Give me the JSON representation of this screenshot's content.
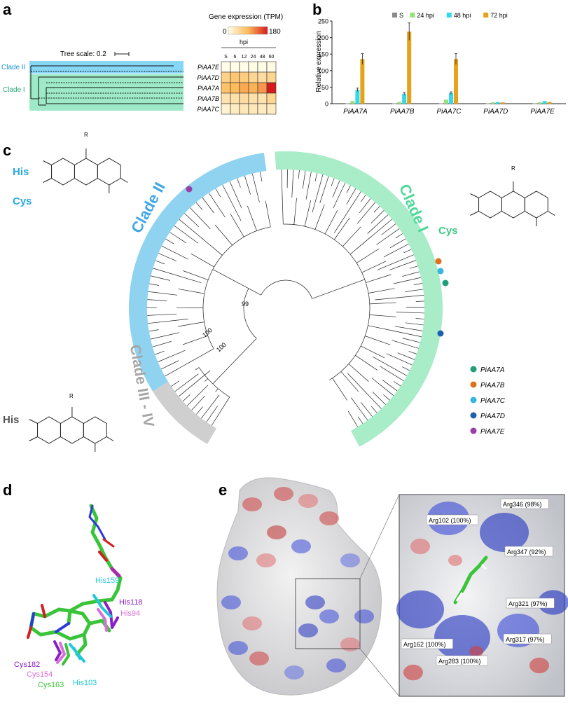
{
  "panel_letters": [
    "a",
    "b",
    "c",
    "d",
    "e"
  ],
  "panel_a": {
    "tree_scale_label": "Tree scale: 0.2",
    "clade2_label": "Clade II",
    "clade1_label": "Clade I",
    "legend_title": "Gene expression (TPM)",
    "legend_min": "0",
    "legend_max": "180",
    "hpi_label": "hpi",
    "columns": [
      "S",
      "6",
      "12",
      "24",
      "48",
      "60"
    ],
    "genes": [
      "PiAA7E",
      "PiAA7D",
      "PiAA7A",
      "PiAA7B",
      "PiAA7C"
    ],
    "heat": [
      [
        0,
        0,
        0,
        2,
        2,
        3
      ],
      [
        60,
        75,
        65,
        55,
        45,
        55
      ],
      [
        80,
        90,
        100,
        95,
        110,
        180
      ],
      [
        35,
        40,
        45,
        40,
        35,
        55
      ],
      [
        15,
        25,
        30,
        30,
        25,
        25
      ]
    ],
    "colors": {
      "clade2": "#5ec8f2",
      "clade1": "#7ee3b6",
      "heat_low": "#fffde8",
      "heat_high": "#d7191c"
    }
  },
  "chart_data": {
    "type": "bar",
    "ylabel": "Relative expression",
    "ylim": [
      0,
      250
    ],
    "yticks": [
      0,
      50,
      100,
      150,
      200,
      250
    ],
    "categories": [
      "PiAA7A",
      "PiAA7B",
      "PiAA7C",
      "PiAA7D",
      "PiAA7E"
    ],
    "series": [
      {
        "name": "S",
        "color": "#8c8c8c",
        "values": [
          1,
          1,
          1,
          1,
          1
        ]
      },
      {
        "name": "24 hpi",
        "color": "#98e07a",
        "values": [
          8,
          5,
          12,
          4,
          4
        ]
      },
      {
        "name": "48 hpi",
        "color": "#34d8e8",
        "values": [
          42,
          30,
          32,
          5,
          8
        ]
      },
      {
        "name": "72 hpi",
        "color": "#e6a218",
        "values": [
          135,
          218,
          135,
          4,
          5
        ]
      }
    ]
  },
  "panel_c": {
    "clade1_label": "Clade I",
    "clade2_label": "Clade II",
    "clade34_label": "Clade III - IV",
    "his_label": "His",
    "cys_label": "Cys",
    "r_label": "R",
    "bootstrap": [
      "99",
      "100",
      "100"
    ],
    "legend": [
      {
        "name": "PiAA7A",
        "color": "#1f9e77"
      },
      {
        "name": "PiAA7B",
        "color": "#e0701c"
      },
      {
        "name": "PiAA7C",
        "color": "#36b6e0"
      },
      {
        "name": "PiAA7D",
        "color": "#1f5fb0"
      },
      {
        "name": "PiAA7E",
        "color": "#9b3fa8"
      }
    ],
    "colors": {
      "clade1": "#a8ecc8",
      "clade2": "#8fd3f1",
      "clade34": "#cfcfcf"
    }
  },
  "panel_d": {
    "labels": [
      {
        "text": "His159",
        "color": "#22c8d8"
      },
      {
        "text": "His118",
        "color": "#8a1fc8"
      },
      {
        "text": "His94",
        "color": "#d870d8"
      },
      {
        "text": "Cys182",
        "color": "#8a1fc8"
      },
      {
        "text": "Cys154",
        "color": "#d870d8"
      },
      {
        "text": "Cys163",
        "color": "#3ac43a"
      },
      {
        "text": "His103",
        "color": "#22c8d8"
      }
    ]
  },
  "panel_e": {
    "residues": [
      "Arg346 (98%)",
      "Arg102 (100%)",
      "Arg347 (92%)",
      "Arg321 (97%)",
      "Arg317 (97%)",
      "Arg162 (100%)",
      "Arg283 (100%)"
    ]
  }
}
